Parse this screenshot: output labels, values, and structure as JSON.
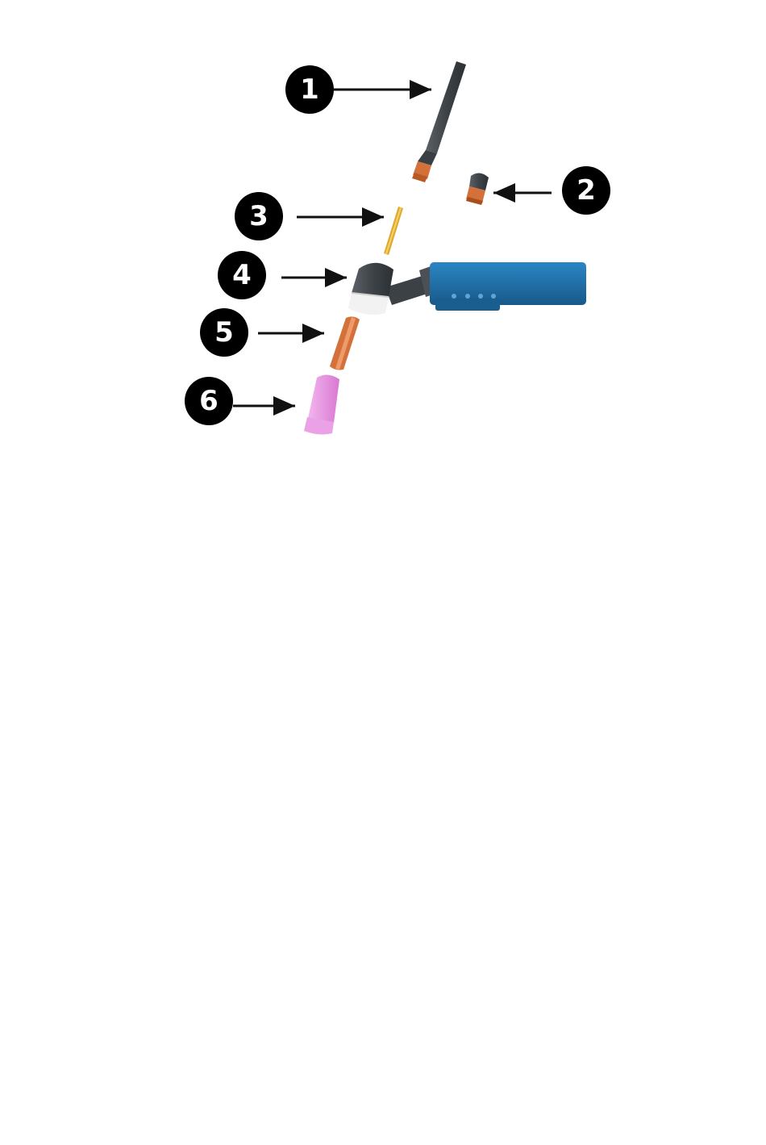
{
  "callouts": [
    {
      "id": "back-cap-long",
      "label": "1"
    },
    {
      "id": "back-cap-short",
      "label": "2"
    },
    {
      "id": "tungsten-electrode",
      "label": "3"
    },
    {
      "id": "torch-head",
      "label": "4"
    },
    {
      "id": "collet",
      "label": "5"
    },
    {
      "id": "ceramic-nozzle",
      "label": "6"
    }
  ],
  "colors": {
    "callout_fill": "#000000",
    "callout_text": "#ffffff",
    "back_cap": "#444a4f",
    "copper": "#d4703a",
    "tungsten": "#e0a92a",
    "handle": "#1f6fa8",
    "nozzle": "#e48de0",
    "insulator": "#f2f2f2"
  }
}
